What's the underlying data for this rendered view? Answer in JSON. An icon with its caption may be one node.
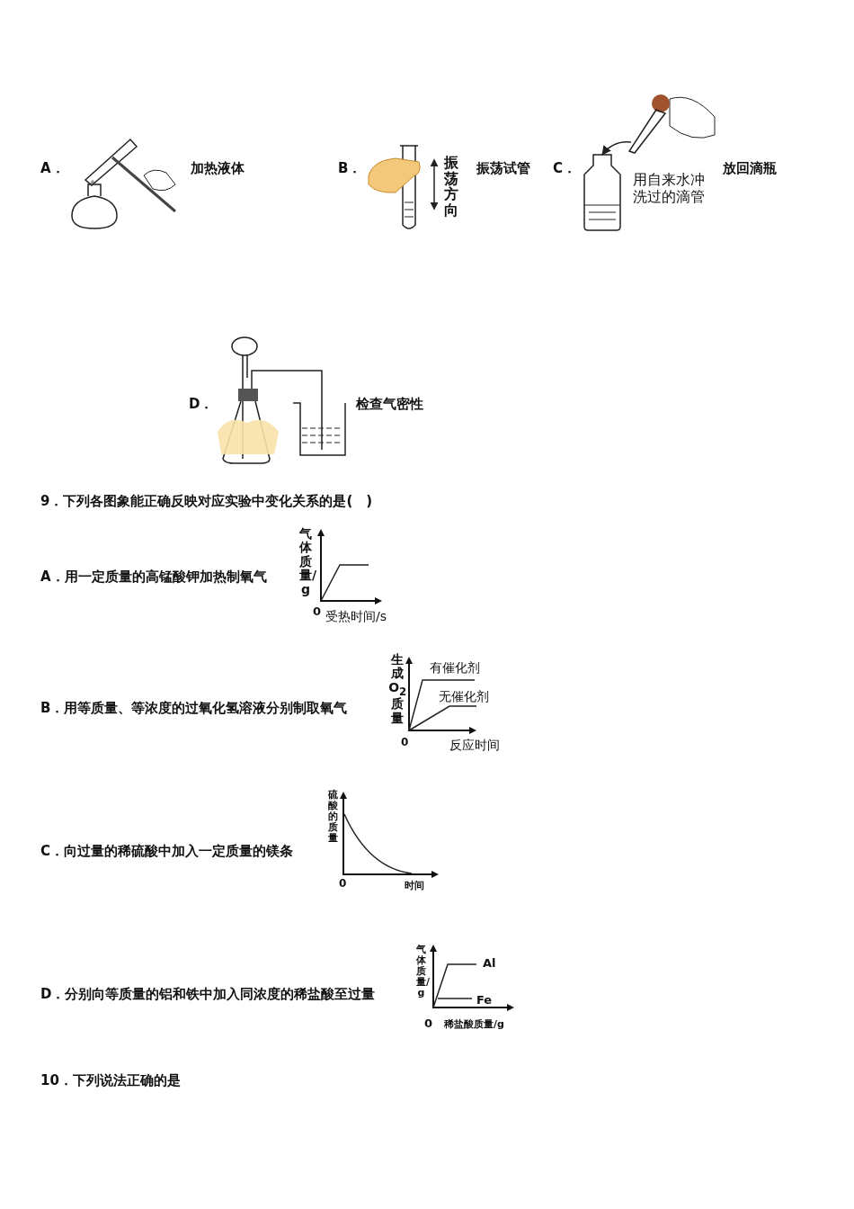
{
  "diagram": {
    "nodes": [
      {
        "text": [],
        "shape": "picture"
      },
      {
        "text": [],
        "shape": "picture"
      }
    ],
    "edges": [
      {
        "from": 0,
        "to": 1,
        "arrow": "to"
      }
    ],
    "labels": [
      "A．",
      "加热液体",
      "B．",
      "振荡方向",
      "振荡试管",
      "C．",
      "用自来水冲洗过的滴管",
      "放回滴瓶",
      "D．",
      "检查气密性",
      "9．下列各图象能正确反映对应实验中变化关系的是(　)",
      "A．用一定质量的高锰酸钾加热制氧气",
      "气体质量/g",
      "0",
      "受热时间/s",
      "B．用等质量、等浓度的过氧化氢溶液分别制取氧气",
      "生成O$_{2}$质量",
      "有催化剂",
      "无催化剂",
      "0",
      "反应时间",
      "C．向过量的稀硫酸中加入一定质量的镁条",
      "硫酸的质量",
      "0",
      "时间",
      "D．分别向等质量的铝和铁中加入同浓度的稀盐酸至过量",
      "气体质量/g",
      "Al",
      "Fe",
      "0",
      "稀盐酸质量/g",
      "10．下列说法正确的是"
    ]
  }
}
